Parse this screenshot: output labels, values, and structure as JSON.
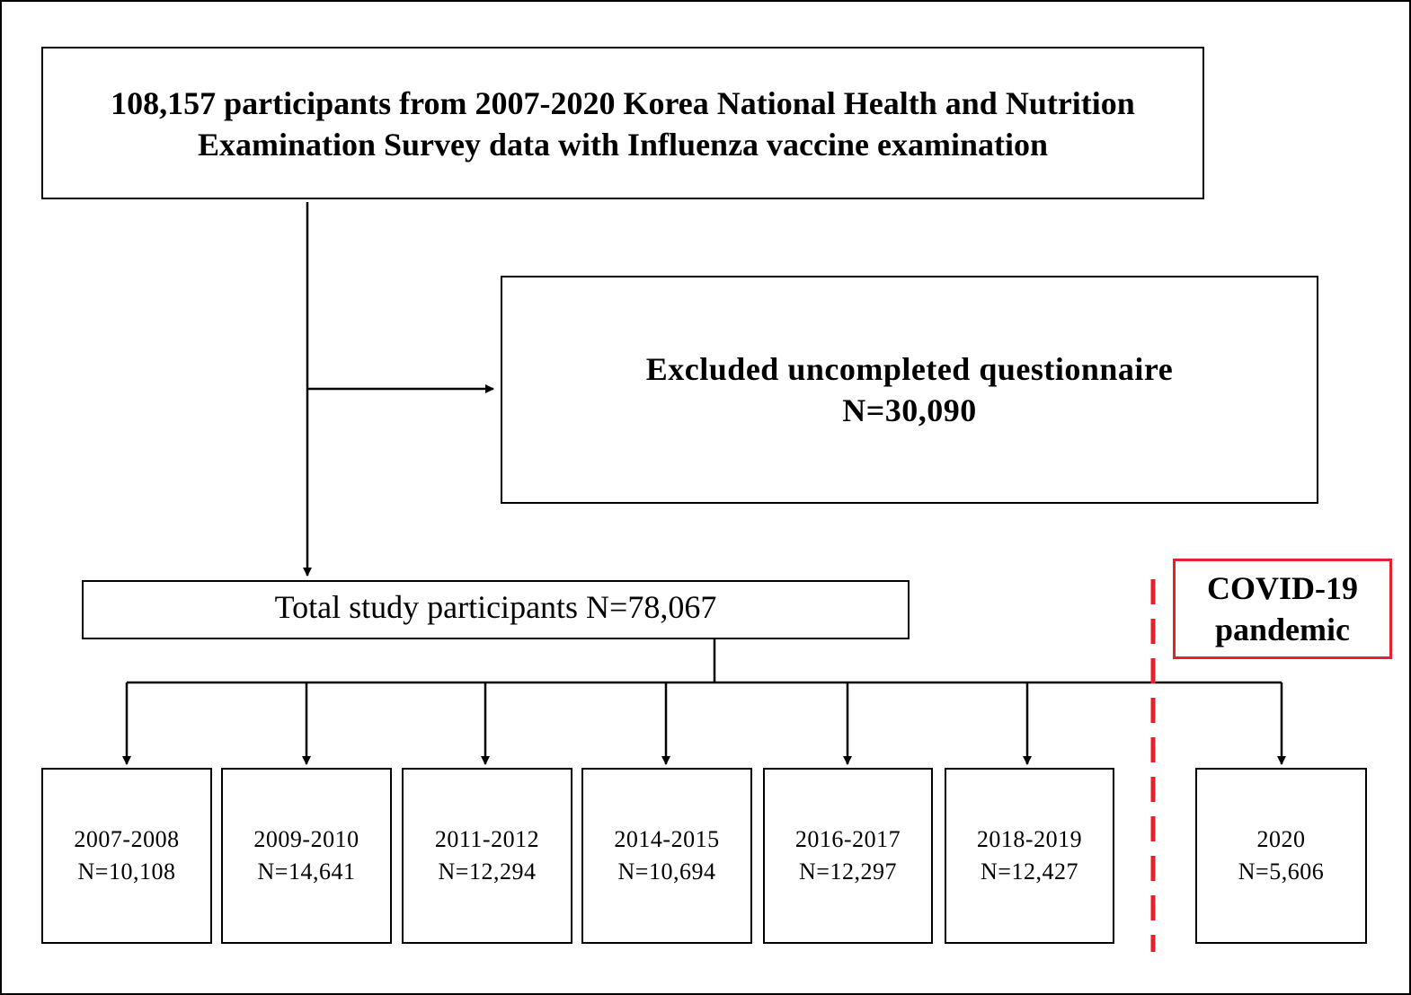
{
  "source": {
    "line1": "108,157 participants from 2007-2020 Korea National Health and Nutrition",
    "line2": "Examination Survey data with Influenza vaccine examination"
  },
  "excluded": {
    "line1": "Excluded uncompleted questionnaire",
    "line2": "N=30,090"
  },
  "total": {
    "label": "Total study participants N=78,067"
  },
  "covid": {
    "line1": "COVID-19",
    "line2": "pandemic",
    "color": "#e8202a"
  },
  "periods": [
    {
      "years": "2007-2008",
      "n": "N=10,108"
    },
    {
      "years": "2009-2010",
      "n": "N=14,641"
    },
    {
      "years": "2011-2012",
      "n": "N=12,294"
    },
    {
      "years": "2014-2015",
      "n": "N=10,694"
    },
    {
      "years": "2016-2017",
      "n": "N=12,297"
    },
    {
      "years": "2018-2019",
      "n": "N=12,427"
    },
    {
      "years": "2020",
      "n": "N=5,606"
    }
  ]
}
